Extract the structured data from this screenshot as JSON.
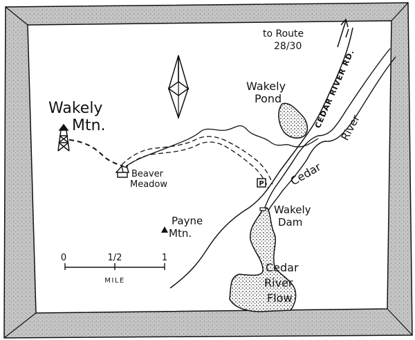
{
  "map": {
    "labels": {
      "wakely_mtn_1": "Wakely",
      "wakely_mtn_2": "Mtn.",
      "beaver_meadow_1": "Beaver",
      "beaver_meadow_2": "Meadow",
      "payne_mtn_1": "Payne",
      "payne_mtn_2": "Mtn.",
      "wakely_pond_1": "Wakely",
      "wakely_pond_2": "Pond",
      "cedar_river_rd": "CEDAR RIVER RD.",
      "to_route_1": "to Route",
      "to_route_2": "28/30",
      "river_label": "River",
      "cedar_label": "Cedar",
      "wakely_dam_1": "Wakely",
      "wakely_dam_2": "Dam",
      "flow_1": "Cedar",
      "flow_2": "River",
      "flow_3": "Flow",
      "parking": "P"
    },
    "scale": {
      "tick_0": "0",
      "tick_half": "1/2",
      "tick_1": "1",
      "unit": "MILE"
    },
    "icons": [
      "north-arrow-icon",
      "fire-tower-icon",
      "cabin-icon",
      "summit-triangle-icon",
      "parking-icon"
    ],
    "colors": {
      "ink": "#111111",
      "border_fill": "#bdbdbd",
      "water_stipple": "#555555"
    }
  }
}
